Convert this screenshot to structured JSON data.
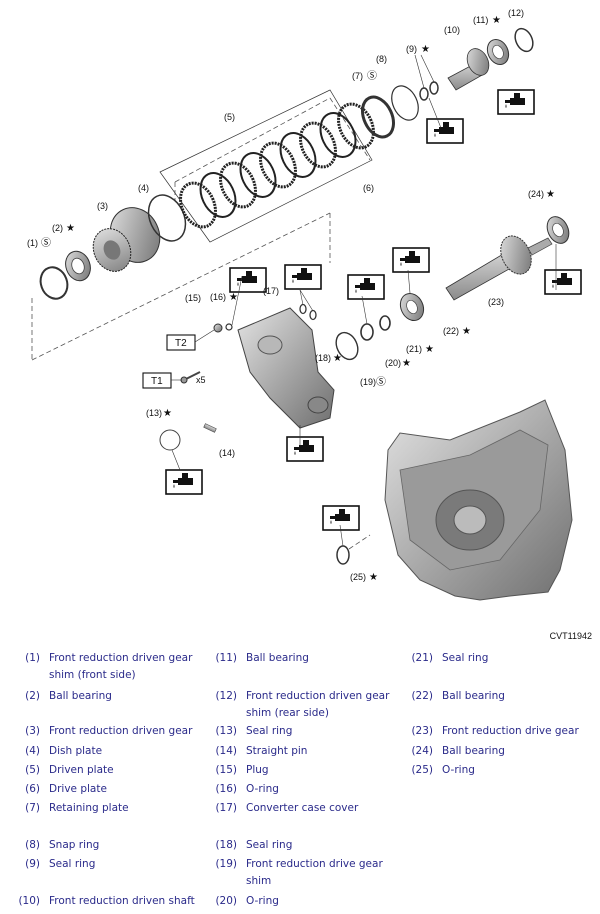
{
  "diagram": {
    "code": "CVT11942",
    "torque_labels": [
      "T1",
      "T2"
    ],
    "qty_label": "x5",
    "callouts": [
      {
        "id": "c1",
        "text": "(1)"
      },
      {
        "id": "c2",
        "text": "(2)"
      },
      {
        "id": "c3",
        "text": "(3)"
      },
      {
        "id": "c4",
        "text": "(4)"
      },
      {
        "id": "c5",
        "text": "(5)"
      },
      {
        "id": "c6",
        "text": "(6)"
      },
      {
        "id": "c7",
        "text": "(7)"
      },
      {
        "id": "c8",
        "text": "(8)"
      },
      {
        "id": "c9",
        "text": "(9)"
      },
      {
        "id": "c10",
        "text": "(10)"
      },
      {
        "id": "c11",
        "text": "(11)"
      },
      {
        "id": "c12",
        "text": "(12)"
      },
      {
        "id": "c13",
        "text": "(13)"
      },
      {
        "id": "c14",
        "text": "(14)"
      },
      {
        "id": "c15",
        "text": "(15)"
      },
      {
        "id": "c16",
        "text": "(16)"
      },
      {
        "id": "c17",
        "text": "(17)"
      },
      {
        "id": "c18",
        "text": "(18)"
      },
      {
        "id": "c19",
        "text": "(19)"
      },
      {
        "id": "c20",
        "text": "(20)"
      },
      {
        "id": "c21",
        "text": "(21)"
      },
      {
        "id": "c22",
        "text": "(22)"
      },
      {
        "id": "c23",
        "text": "(23)"
      },
      {
        "id": "c24",
        "text": "(24)"
      },
      {
        "id": "c25",
        "text": "(25)"
      }
    ]
  },
  "legend": [
    {
      "num": "(1)",
      "text": "Front reduction driven gear shim (front side)"
    },
    {
      "num": "(2)",
      "text": "Ball bearing"
    },
    {
      "num": "(3)",
      "text": "Front reduction driven gear"
    },
    {
      "num": "(4)",
      "text": "Dish plate"
    },
    {
      "num": "(5)",
      "text": "Driven plate"
    },
    {
      "num": "(6)",
      "text": "Drive plate"
    },
    {
      "num": "(7)",
      "text": "Retaining plate"
    },
    {
      "num": "(8)",
      "text": "Snap ring"
    },
    {
      "num": "(9)",
      "text": "Seal ring"
    },
    {
      "num": "(10)",
      "text": "Front reduction driven shaft"
    },
    {
      "num": "(11)",
      "text": "Ball bearing"
    },
    {
      "num": "(12)",
      "text": "Front reduction driven gear shim (rear side)"
    },
    {
      "num": "(13)",
      "text": "Seal ring"
    },
    {
      "num": "(14)",
      "text": "Straight pin"
    },
    {
      "num": "(15)",
      "text": "Plug"
    },
    {
      "num": "(16)",
      "text": "O-ring"
    },
    {
      "num": "(17)",
      "text": "Converter case cover"
    },
    {
      "num": "(18)",
      "text": "Seal ring"
    },
    {
      "num": "(19)",
      "text": "Front reduction drive gear shim"
    },
    {
      "num": "(20)",
      "text": "O-ring"
    },
    {
      "num": "(21)",
      "text": "Seal ring"
    },
    {
      "num": "(22)",
      "text": "Ball bearing"
    },
    {
      "num": "(23)",
      "text": "Front reduction drive gear"
    },
    {
      "num": "(24)",
      "text": "Ball bearing"
    },
    {
      "num": "(25)",
      "text": "O-ring"
    }
  ]
}
